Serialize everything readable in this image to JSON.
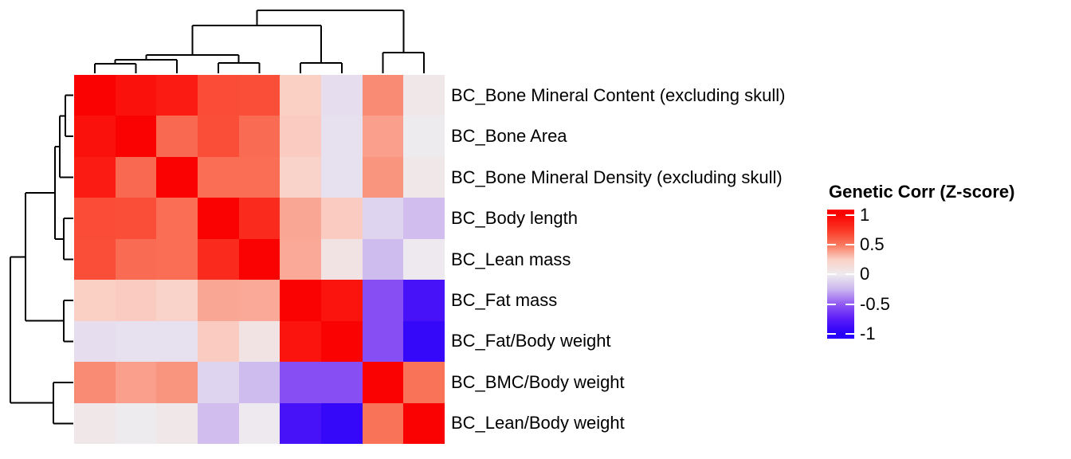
{
  "chart_data": {
    "type": "heatmap",
    "description": "Clustered genetic correlation heatmap with row and column dendrograms",
    "labels": [
      "BC_Bone Mineral Content (excluding skull)",
      "BC_Bone Area",
      "BC_Bone Mineral Density (excluding skull)",
      "BC_Body length",
      "BC_Lean mass",
      "BC_Fat mass",
      "BC_Fat/Body weight",
      "BC_BMC/Body weight",
      "BC_Lean/Body weight"
    ],
    "columns_same_as_rows": true,
    "value_range": [
      -1,
      1
    ],
    "matrix": [
      [
        1.0,
        0.93,
        0.88,
        0.67,
        0.66,
        0.25,
        -0.06,
        0.45,
        0.04
      ],
      [
        0.93,
        1.0,
        0.56,
        0.66,
        0.55,
        0.26,
        -0.05,
        0.39,
        0.0
      ],
      [
        0.88,
        0.56,
        1.0,
        0.54,
        0.54,
        0.22,
        -0.05,
        0.42,
        0.04
      ],
      [
        0.67,
        0.66,
        0.54,
        1.0,
        0.81,
        0.37,
        0.26,
        -0.11,
        -0.21
      ],
      [
        0.66,
        0.55,
        0.54,
        0.81,
        1.0,
        0.36,
        0.07,
        -0.22,
        -0.01
      ],
      [
        0.25,
        0.26,
        0.22,
        0.37,
        0.36,
        1.0,
        0.92,
        -0.55,
        -0.84
      ],
      [
        -0.06,
        -0.05,
        -0.05,
        0.26,
        0.07,
        0.92,
        1.0,
        -0.55,
        -0.93
      ],
      [
        0.45,
        0.39,
        0.42,
        -0.11,
        -0.22,
        -0.55,
        -0.55,
        1.0,
        0.52
      ],
      [
        0.04,
        0.0,
        0.04,
        -0.21,
        -0.01,
        -0.84,
        -0.93,
        0.52,
        1.0
      ]
    ],
    "legend": {
      "title": "Genetic Corr (Z-score)",
      "tick_labels": [
        "1",
        "0.5",
        "0",
        "-0.5",
        "-1"
      ],
      "tick_values": [
        1,
        0.5,
        0,
        -0.5,
        -1
      ]
    },
    "colormap_stops": [
      {
        "v": -1.0,
        "color": [
          40,
          0,
          251
        ]
      },
      {
        "v": -0.75,
        "color": [
          90,
          28,
          248
        ]
      },
      {
        "v": -0.5,
        "color": [
          145,
          90,
          242
        ]
      },
      {
        "v": -0.25,
        "color": [
          203,
          182,
          239
        ]
      },
      {
        "v": 0.0,
        "color": [
          238,
          235,
          239
        ]
      },
      {
        "v": 0.25,
        "color": [
          250,
          208,
          197
        ]
      },
      {
        "v": 0.5,
        "color": [
          249,
          120,
          94
        ]
      },
      {
        "v": 0.75,
        "color": [
          250,
          55,
          36
        ]
      },
      {
        "v": 1.0,
        "color": [
          251,
          2,
          2
        ]
      }
    ],
    "dendrogram_line_color": "#000000",
    "col_dendrogram": {
      "h": 13,
      "children": [
        {
          "h": 32,
          "children": [
            {
              "h": 69,
              "children": [
                {
                  "h": 75,
                  "children": [
                    {
                      "h": 80,
                      "children": [
                        {
                          "leaf": 0
                        },
                        {
                          "leaf": 1
                        }
                      ]
                    },
                    {
                      "leaf": 2
                    }
                  ]
                },
                {
                  "h": 79,
                  "children": [
                    {
                      "leaf": 3
                    },
                    {
                      "leaf": 4
                    }
                  ]
                }
              ]
            },
            {
              "h": 79,
              "children": [
                {
                  "leaf": 5
                },
                {
                  "leaf": 6
                }
              ]
            }
          ]
        },
        {
          "h": 66,
          "children": [
            {
              "leaf": 7
            },
            {
              "leaf": 8
            }
          ]
        }
      ]
    },
    "row_dendrogram": {
      "h": 13,
      "children": [
        {
          "h": 32,
          "children": [
            {
              "h": 69,
              "children": [
                {
                  "h": 75,
                  "children": [
                    {
                      "h": 82,
                      "children": [
                        {
                          "leaf": 0
                        },
                        {
                          "leaf": 1
                        }
                      ]
                    },
                    {
                      "leaf": 2
                    }
                  ]
                },
                {
                  "h": 80,
                  "children": [
                    {
                      "leaf": 3
                    },
                    {
                      "leaf": 4
                    }
                  ]
                }
              ]
            },
            {
              "h": 80,
              "children": [
                {
                  "leaf": 5
                },
                {
                  "leaf": 6
                }
              ]
            }
          ]
        },
        {
          "h": 67,
          "children": [
            {
              "leaf": 7
            },
            {
              "leaf": 8
            }
          ]
        }
      ]
    }
  }
}
